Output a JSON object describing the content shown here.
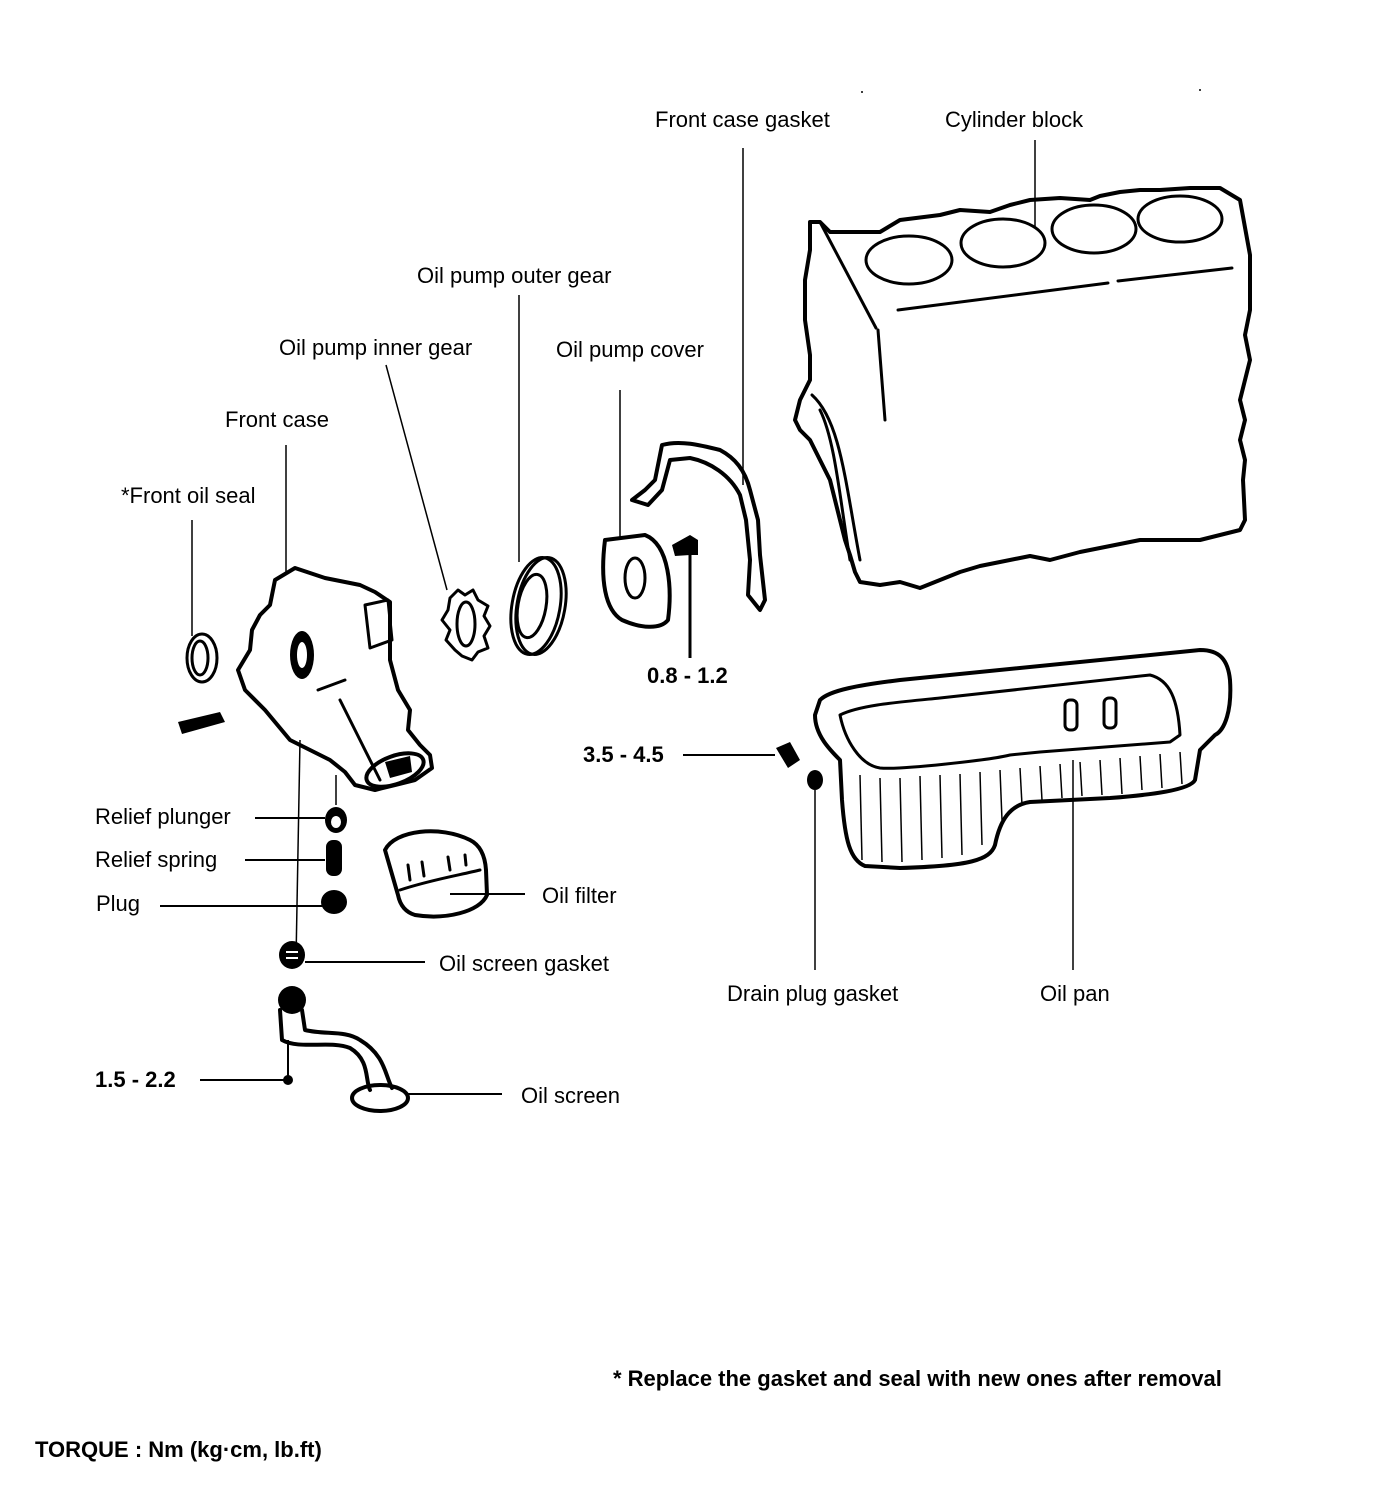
{
  "diagram": {
    "title_note": "* Replace the gasket and seal with new ones after removal",
    "torque_units": "TORQUE : Nm (kg·cm, lb.ft)",
    "labels": {
      "front_case_gasket": "Front case gasket",
      "cylinder_block": "Cylinder block",
      "oil_pump_outer_gear": "Oil pump outer gear",
      "oil_pump_inner_gear": "Oil pump inner gear",
      "oil_pump_cover": "Oil pump cover",
      "front_case": "Front case",
      "front_oil_seal": "*Front oil seal",
      "relief_plunger": "Relief plunger",
      "relief_spring": "Relief spring",
      "plug": "Plug",
      "oil_filter": "Oil filter",
      "oil_screen_gasket": "Oil screen gasket",
      "oil_screen": "Oil screen",
      "drain_plug_gasket": "Drain plug gasket",
      "oil_pan": "Oil pan"
    },
    "torques": {
      "pump_cover_bolt": "0.8 - 1.2",
      "drain_plug": "3.5 - 4.5",
      "oil_screen_bolt": "1.5 - 2.2"
    }
  }
}
